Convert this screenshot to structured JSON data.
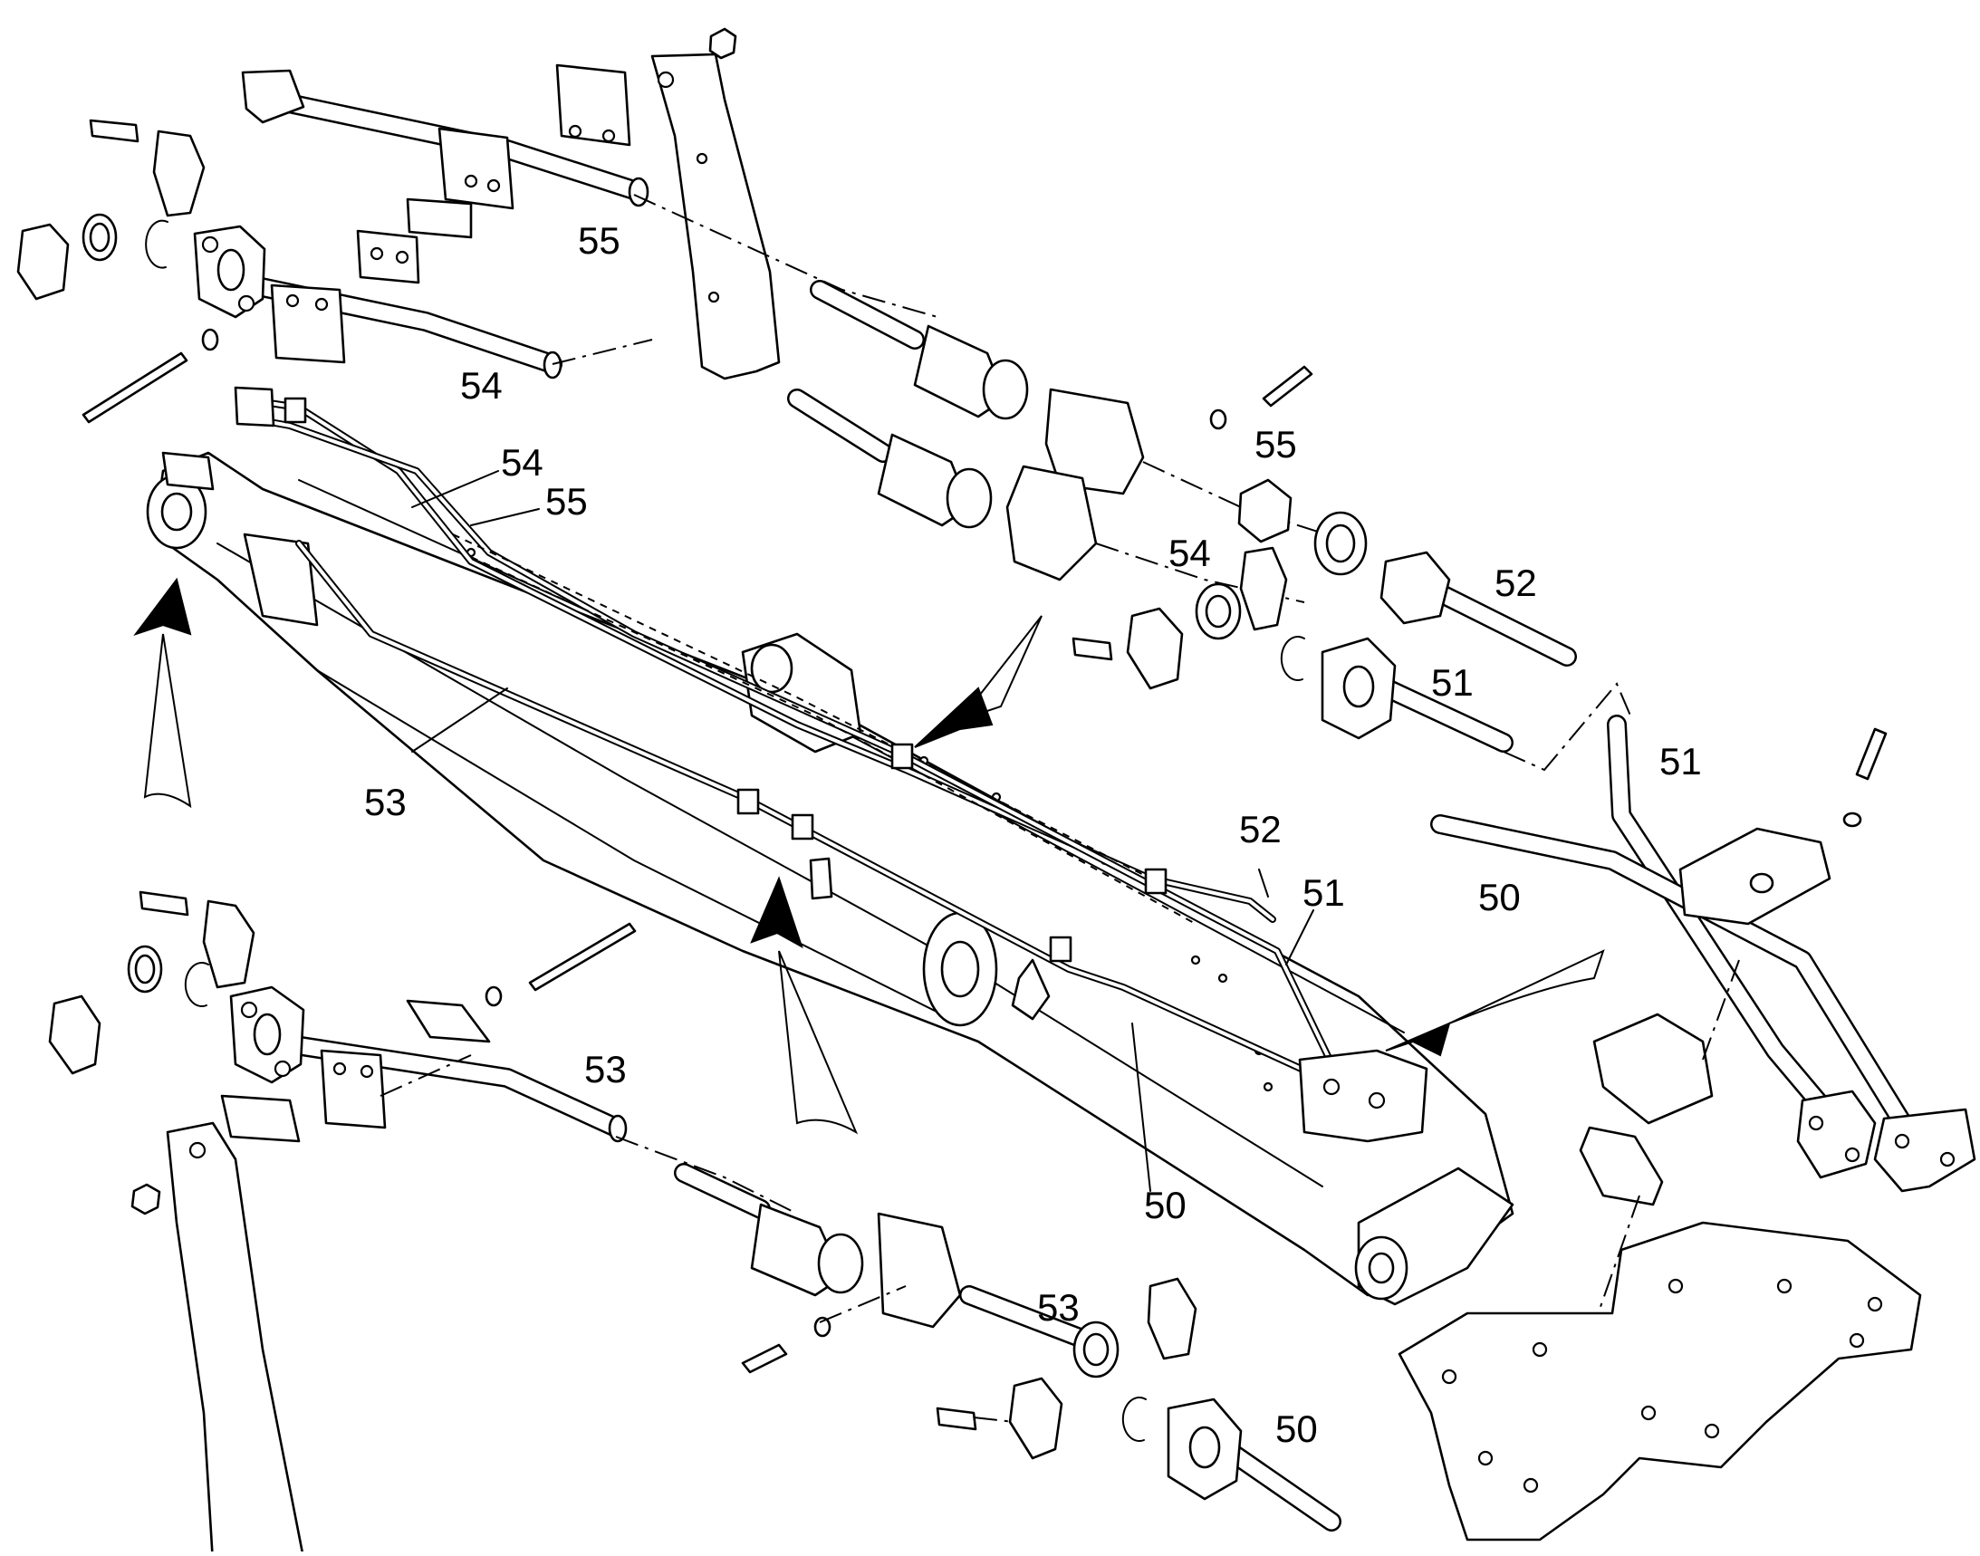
{
  "diagram": {
    "callouts": {
      "c55_top": "55",
      "c54_top": "54",
      "c54_boom": "54",
      "c55_boom": "55",
      "c55_right": "55",
      "c54_right": "54",
      "c52_right": "52",
      "c51_right": "51",
      "c51_far": "51",
      "c50_far": "50",
      "c53_left": "53",
      "c52_boom": "52",
      "c51_boom": "51",
      "c50_boom": "50",
      "c53_lower": "53",
      "c53_bottom": "53",
      "c50_bottom": "50"
    }
  }
}
